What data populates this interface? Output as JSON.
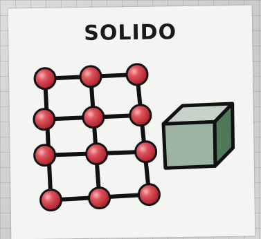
{
  "card": {
    "title": "SOLIDO"
  },
  "illustration": {
    "lattice": {
      "rows": 4,
      "cols": 3,
      "sphere_color": "#d8464f",
      "sphere_highlight": "#f3a2a6",
      "bond_color": "#111111"
    },
    "cube": {
      "front_color": "#9db4a3",
      "top_color": "#c7d3c9",
      "side_color": "#4f7a5a",
      "edge_color": "#111111"
    }
  }
}
